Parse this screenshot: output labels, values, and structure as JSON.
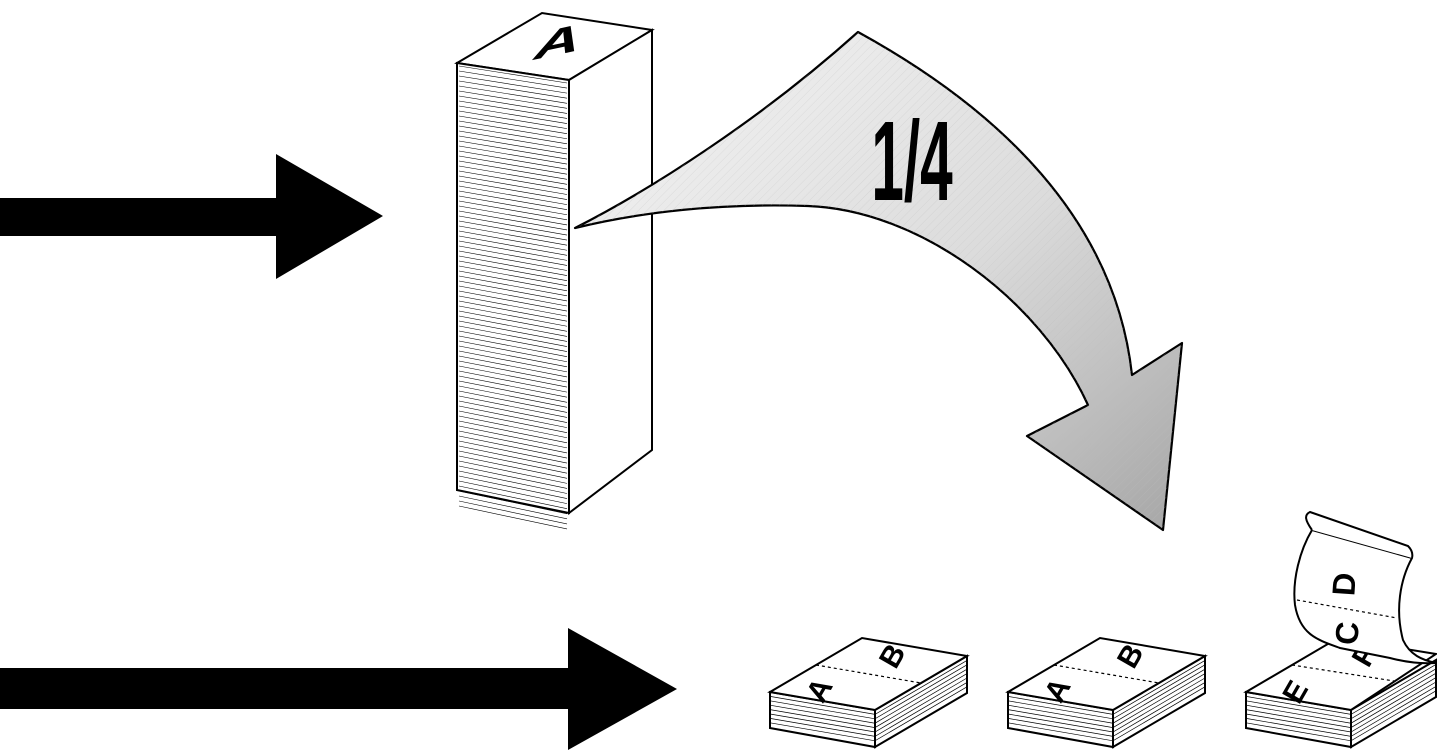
{
  "diagram": {
    "stack_letter": "A",
    "fraction_label": "1/4",
    "output_sets": [
      {
        "left_letter": "A",
        "right_letter": "B"
      },
      {
        "left_letter": "A",
        "right_letter": "B"
      },
      {
        "left_letter": "E",
        "right_letter": "F",
        "lifted_left_letter": "C",
        "lifted_right_letter": "D"
      }
    ],
    "colors": {
      "ink": "#000000",
      "paper": "#ffffff",
      "curved_arrow_light": "#f4f4f4",
      "curved_arrow_dark": "#a9a9a9"
    }
  }
}
